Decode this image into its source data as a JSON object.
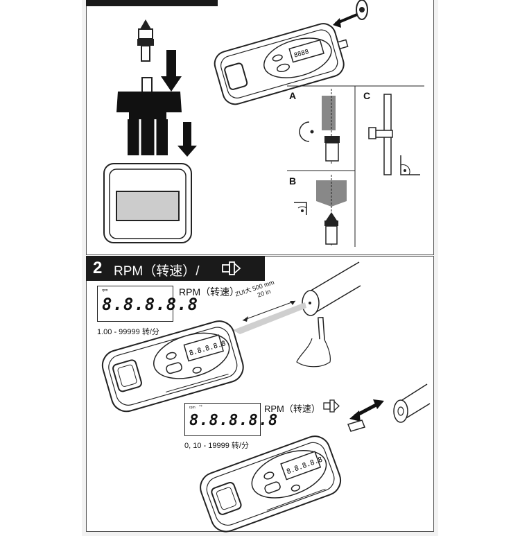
{
  "section2": {
    "number": "2",
    "title": "RPM（转速）/"
  },
  "diagram_labels": {
    "a": "A",
    "b": "B",
    "c": "C"
  },
  "display1": {
    "unit": "rpm",
    "digits": "8.8.8.8.8",
    "caption": "1.00 - 99999 转/分",
    "mode_label": "RPM（转速）"
  },
  "distance": {
    "line1": "ZUI大 500 mm",
    "line2": "20 in"
  },
  "display2": {
    "unit": "rpm",
    "digits": "8.8.8.8.8",
    "caption": "0, 10 - 19999 转/分",
    "mode_label": "RPM（转速）"
  },
  "device_lcd": {
    "digits": "8.8.8.8.8"
  }
}
